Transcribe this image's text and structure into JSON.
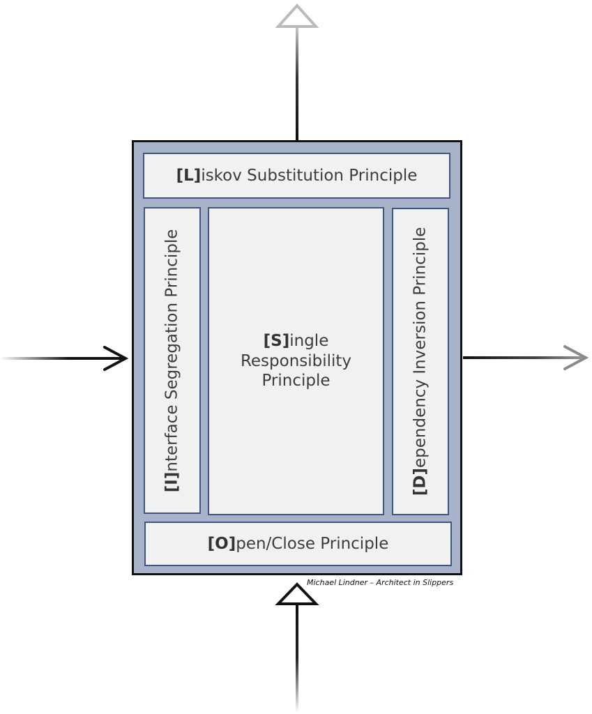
{
  "principles": {
    "liskov": {
      "letter": "[L]",
      "rest": "iskov Substitution Principle"
    },
    "interface": {
      "letter": "[I]",
      "rest": "nterface Segregation Principle"
    },
    "single": {
      "letter": "[S]",
      "rest_line1": "ingle",
      "line2": "Responsibility",
      "line3": "Principle"
    },
    "dependency": {
      "letter": "[D]",
      "rest": "ependency Inversion Principle"
    },
    "open": {
      "letter": "[O]",
      "rest": "pen/Close Principle"
    }
  },
  "credit": "Michael Lindner – Architect in Slippers",
  "colors": {
    "frame_fill": "#a6b3c8",
    "frame_border": "#111111",
    "panel_fill": "#f1f1f1",
    "panel_border": "#3e5686",
    "arrow_dark": "#111111",
    "arrow_light": "#bbbbbb"
  },
  "arrows": [
    {
      "name": "input-arrow-left",
      "direction": "right",
      "style": "filled-head"
    },
    {
      "name": "output-arrow-right",
      "direction": "right",
      "style": "open-head"
    },
    {
      "name": "output-arrow-top",
      "direction": "up",
      "style": "hollow-triangle"
    },
    {
      "name": "input-arrow-bottom",
      "direction": "up",
      "style": "hollow-triangle"
    }
  ]
}
